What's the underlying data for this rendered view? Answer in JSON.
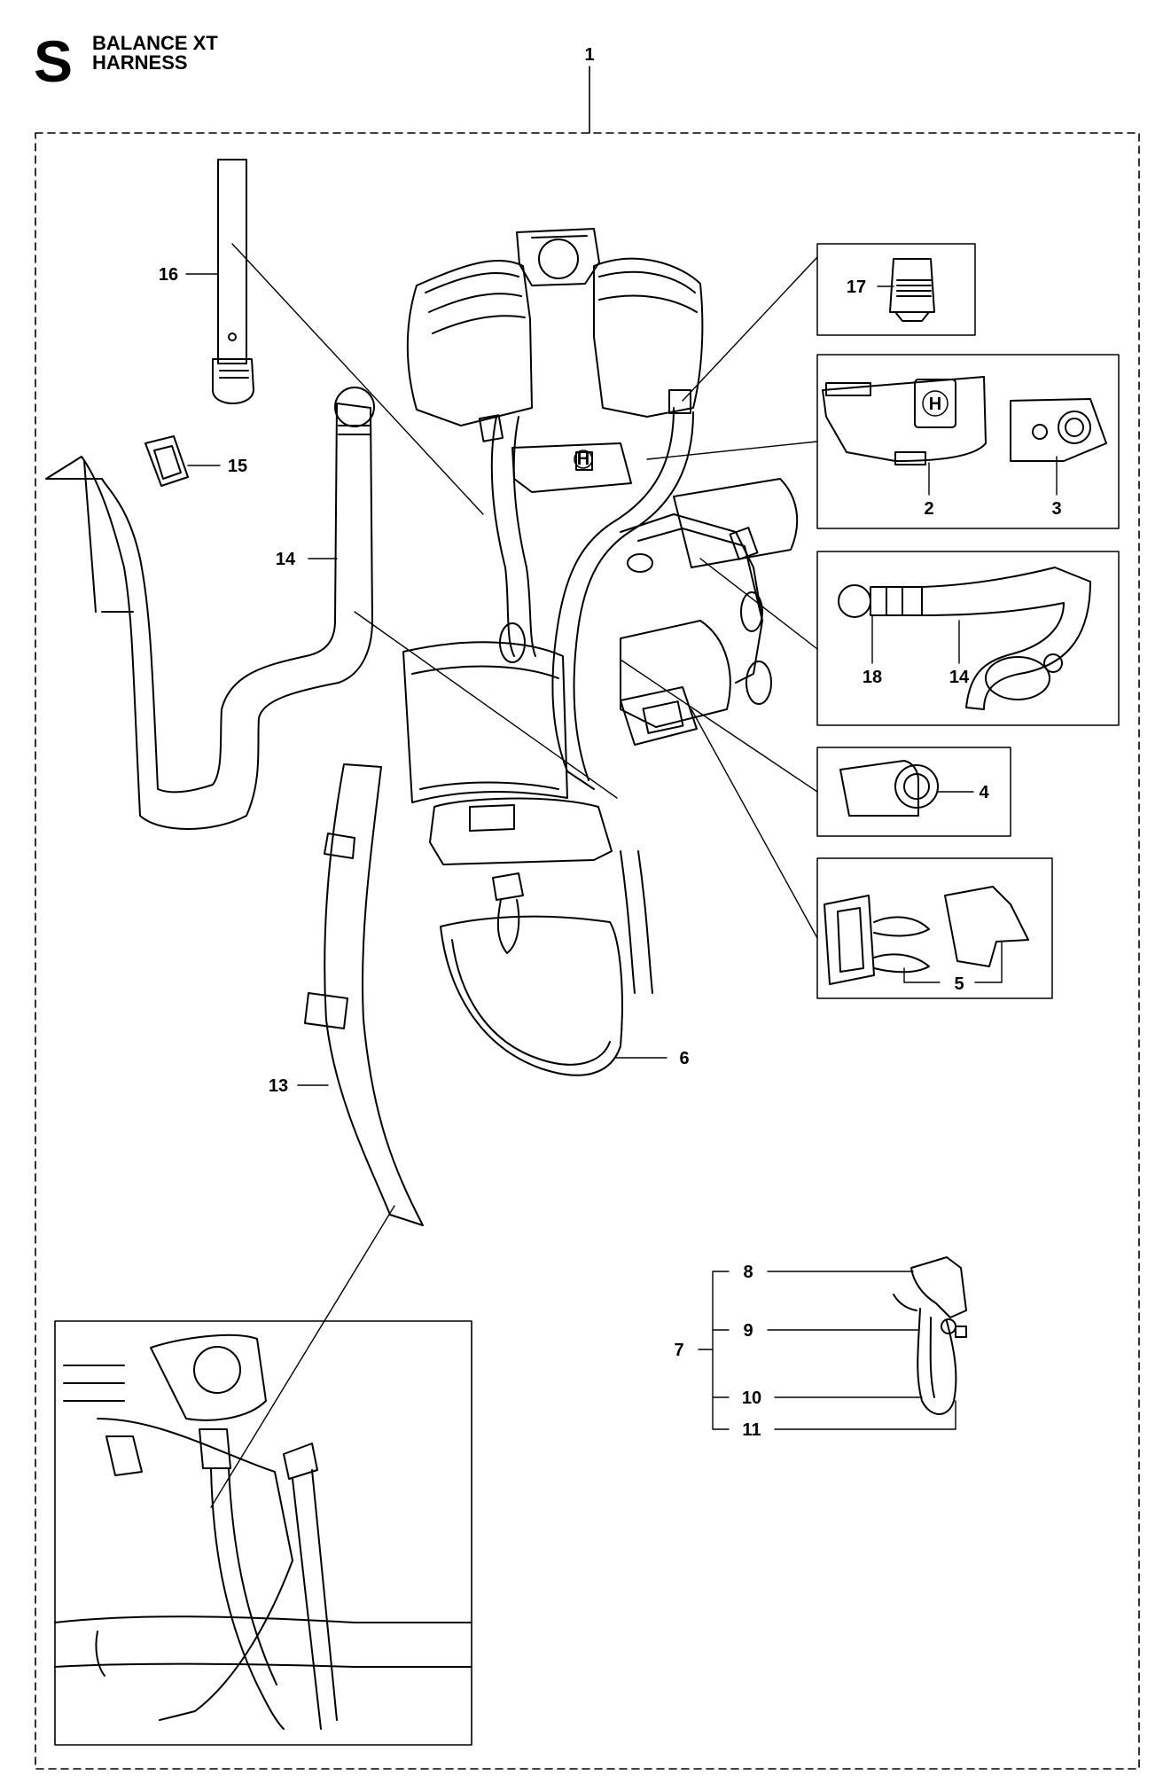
{
  "header": {
    "section_letter": "S",
    "title_line1": "BALANCE XT",
    "title_line2": "HARNESS"
  },
  "callouts": {
    "c1": "1",
    "c2": "2",
    "c3": "3",
    "c4": "4",
    "c5": "5",
    "c6": "6",
    "c7": "7",
    "c8": "8",
    "c9": "9",
    "c10": "10",
    "c11": "11",
    "c13": "13",
    "c14a": "14",
    "c14b": "14",
    "c15": "15",
    "c16": "16",
    "c17": "17",
    "c18": "18"
  },
  "logo": {
    "mark": "H"
  }
}
